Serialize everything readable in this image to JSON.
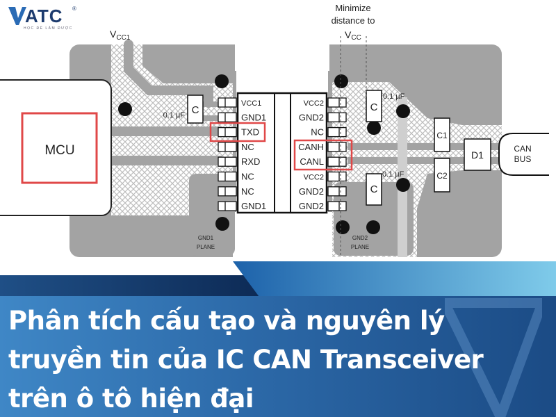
{
  "logo": {
    "text": "ATC",
    "tagline": "HỌC ĐỂ LÀM ĐƯỢC",
    "mark": "V"
  },
  "diagram": {
    "annotation_top": [
      "Minimize",
      "distance to"
    ],
    "vcc_top": "V",
    "vcc_top_sub": "CC",
    "vcc1_label": "V",
    "vcc1_sub": "CC1",
    "mcu": "MCU",
    "cap_label": "C",
    "cap_value": "0.1 µF",
    "c1": "C1",
    "c2": "C2",
    "d1": "D1",
    "can_bus": [
      "CAN",
      "BUS"
    ],
    "gnd1_plane": [
      "GND1",
      "PLANE"
    ],
    "gnd2_plane": [
      "GND2",
      "PLANE"
    ],
    "left_pins": [
      "VCC1",
      "GND1",
      "TXD",
      "NC",
      "RXD",
      "NC",
      "NC",
      "GND1"
    ],
    "right_pins": [
      "VCC2",
      "GND2",
      "NC",
      "CANH",
      "CANL",
      "VCC2",
      "GND2",
      "GND2"
    ],
    "highlight_color": "#e04848"
  },
  "title": {
    "lines": [
      "Phân tích cấu tạo và nguyên lý",
      "truyền tin của IC CAN Transceiver",
      "trên ô tô hiện đại"
    ]
  },
  "colors": {
    "board": "#a0a0a0",
    "banner_dark": "#0d2a55",
    "banner_light": "#7fcbea",
    "panel": "#2c69a8"
  }
}
